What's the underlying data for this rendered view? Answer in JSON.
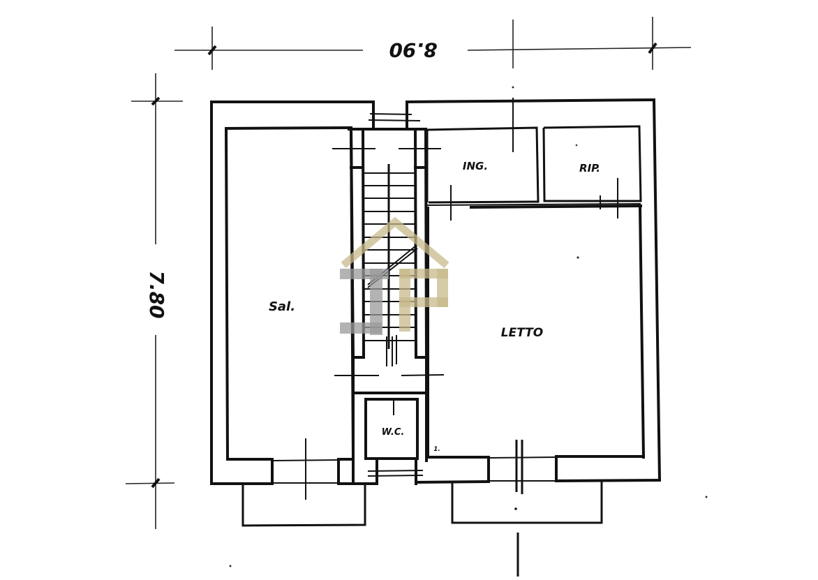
{
  "drawing": {
    "type": "floor plan",
    "dimensions": {
      "width_label": "8.90",
      "height_label": "7.80"
    },
    "rooms": [
      {
        "id": "sal",
        "label": "Sal."
      },
      {
        "id": "ing",
        "label": "ING."
      },
      {
        "id": "rip",
        "label": "RIP."
      },
      {
        "id": "letto",
        "label": "LETTO"
      },
      {
        "id": "wc",
        "label": "W.C."
      }
    ],
    "annotations": {
      "small_mark": "1."
    },
    "watermark": {
      "letters": "JP",
      "colors": {
        "tan": "#c8b98c",
        "grey": "#9a9a9a"
      }
    }
  }
}
